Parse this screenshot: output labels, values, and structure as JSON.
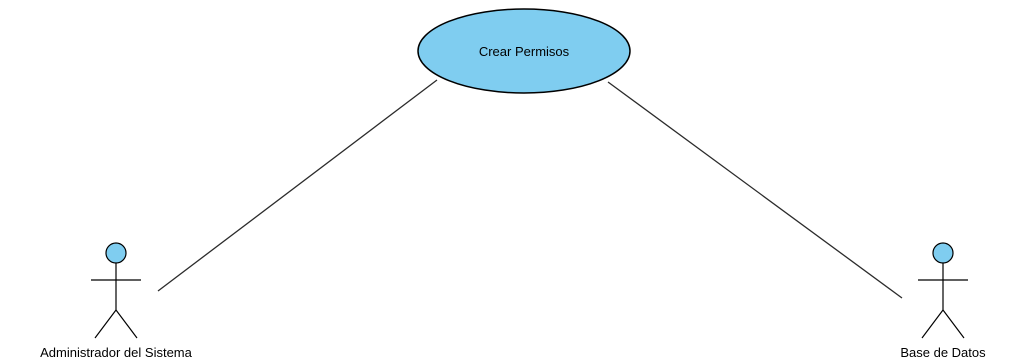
{
  "colors": {
    "fill": "#7fcdf0",
    "stroke": "#000000",
    "line": "#2b2b2b"
  },
  "use_case": {
    "label": "Crear Permisos"
  },
  "actors": [
    {
      "label": "Administrador del Sistema",
      "icon": "stick-figure-icon"
    },
    {
      "label": "Base de Datos",
      "icon": "stick-figure-icon"
    }
  ]
}
